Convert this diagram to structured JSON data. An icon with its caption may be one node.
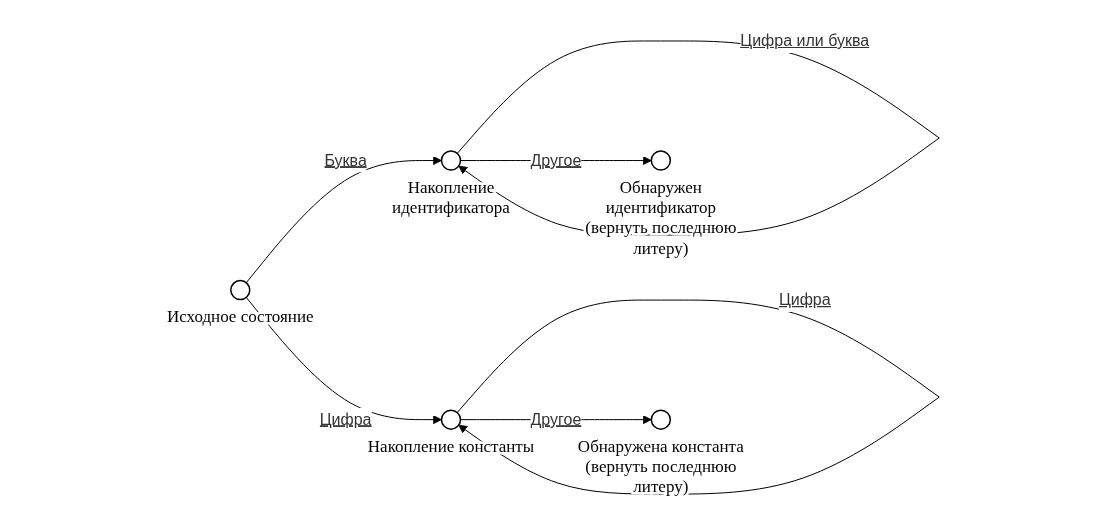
{
  "diagram": {
    "nodes": [
      {
        "text": [],
        "shape": "circle",
        "beside": [
          "Исходное состояние"
        ]
      },
      {
        "text": [],
        "shape": "circle",
        "beside": [
          "Накопление идентификатора"
        ]
      },
      {
        "text": [],
        "shape": "circle",
        "beside": [
          "Обнаружен идентификатор (вернуть последнюю литеру)"
        ]
      },
      {
        "text": [],
        "shape": "circle",
        "beside": [
          "Накопление константы"
        ]
      },
      {
        "text": [],
        "shape": "circle",
        "beside": [
          "Обнаружена константа (вернуть последнюю литеру)"
        ]
      }
    ],
    "edges": [
      {
        "from": 0,
        "to": 1,
        "arrow": "to",
        "label": "Буква"
      },
      {
        "from": 1,
        "to": 1,
        "arrow": "to",
        "label": "Цифра или буква"
      },
      {
        "from": 1,
        "to": 2,
        "arrow": "to",
        "label": "Другое"
      },
      {
        "from": 0,
        "to": 3,
        "arrow": "to",
        "label": "Цифра"
      },
      {
        "from": 3,
        "to": 3,
        "arrow": "to",
        "label": "Цифра"
      },
      {
        "from": 3,
        "to": 4,
        "arrow": "to",
        "label": "Другое"
      }
    ]
  }
}
